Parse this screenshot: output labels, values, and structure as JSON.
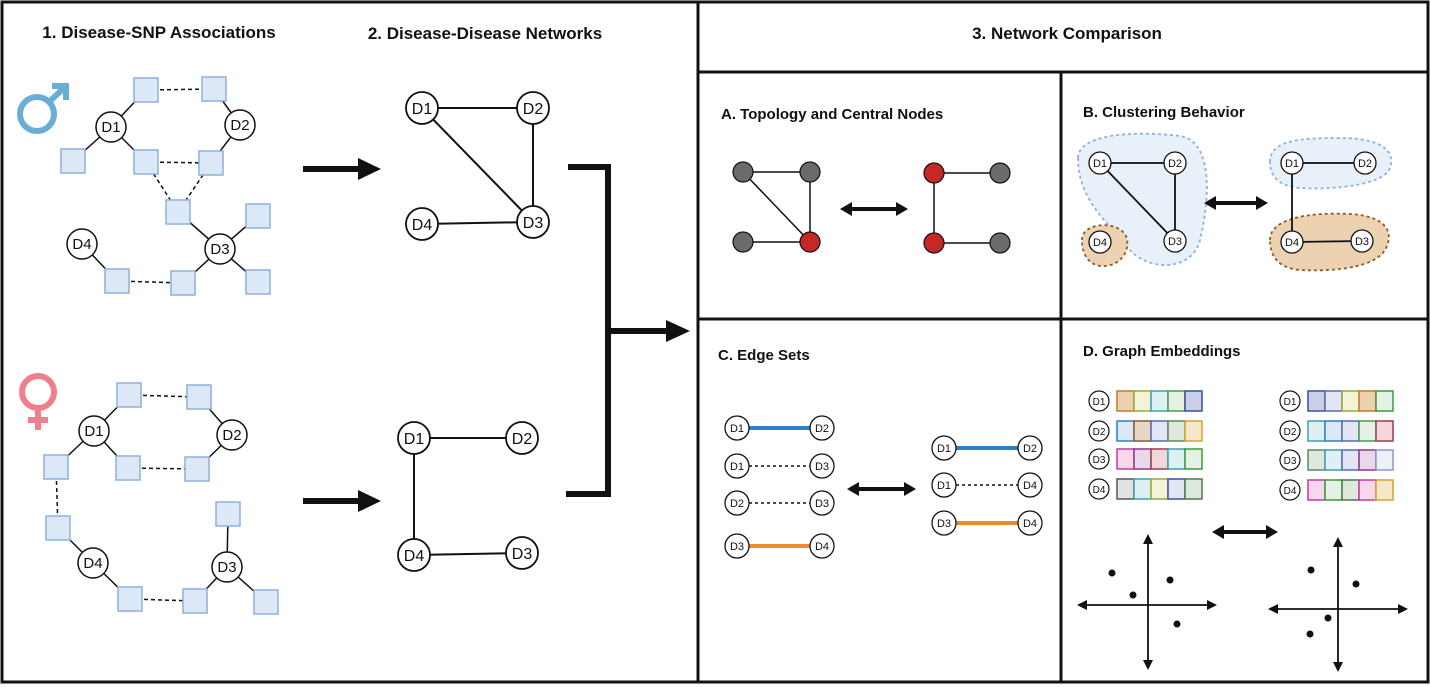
{
  "panels": {
    "p1_title": "1. Disease-SNP Associations",
    "p2_title": "2. Disease-Disease Networks",
    "p3_title": "3. Network Comparison"
  },
  "sections": {
    "a": "A. Topology and Central Nodes",
    "b": "B. Clustering Behavior",
    "c": "C. Edge Sets",
    "d": "D. Graph Embeddings"
  },
  "nodes": {
    "d1": "D1",
    "d2": "D2",
    "d3": "D3",
    "d4": "D4"
  },
  "colors": {
    "male": "#6aaed6",
    "female": "#ef7f8a",
    "snp_fill": "#dde8f7",
    "snp_stroke": "#8fb0dc",
    "central_node": "#c62828",
    "gray_node": "#6b6b6b",
    "edge_blue": "#2f7fc6",
    "edge_orange": "#ee8a2a",
    "cluster_blue": "#e8f0fa",
    "cluster_orange": "#edd2b2"
  },
  "icons": {
    "male": "male-symbol-icon",
    "female": "female-symbol-icon",
    "arrow": "arrow-right-icon",
    "double_arrow": "double-arrow-icon"
  }
}
